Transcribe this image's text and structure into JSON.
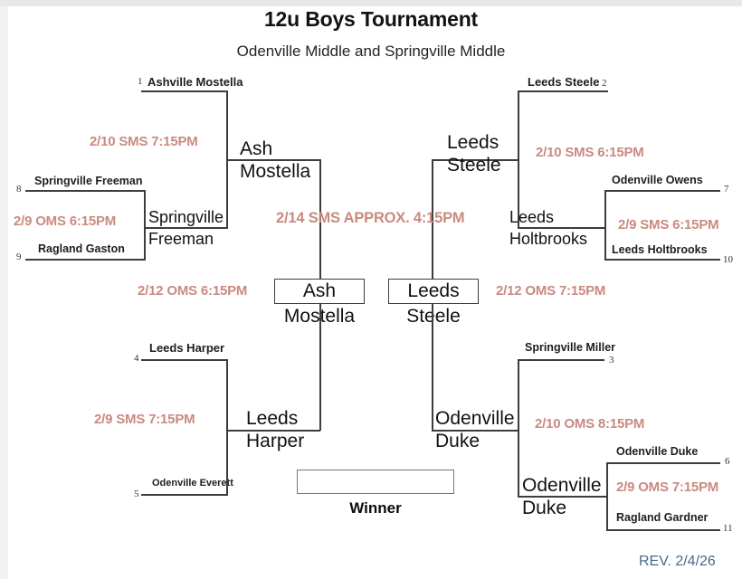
{
  "header": {
    "title": "12u Boys Tournament",
    "subtitle": "Odenville Middle and Springville Middle"
  },
  "colors": {
    "line": "#3d3d3d",
    "gametime": "#c98a80",
    "revision": "#4a6a8a",
    "background": "#ffffff"
  },
  "footer": {
    "revision": "REV. 2/4/26"
  },
  "winner": {
    "label": "Winner",
    "value": ""
  },
  "bracket": {
    "seeds": {
      "s1": {
        "seed": "1",
        "team": "Ashville Mostella"
      },
      "s2": {
        "seed": "2",
        "team": "Leeds Steele"
      },
      "s3": {
        "seed": "3",
        "team": "Springville Miller"
      },
      "s4": {
        "seed": "4",
        "team": "Leeds Harper"
      },
      "s5": {
        "seed": "5",
        "team": "Odenville Everett"
      },
      "s6": {
        "seed": "6",
        "team": "Odenville Duke"
      },
      "s7": {
        "seed": "7",
        "team": "Odenville Owens"
      },
      "s8": {
        "seed": "8",
        "team": "Springville Freeman"
      },
      "s9": {
        "seed": "9",
        "team": "Ragland Gaston"
      },
      "s10": {
        "seed": "10",
        "team": "Leeds Holtbrooks"
      },
      "s11": {
        "seed": "11",
        "team": "Ragland Gardner"
      }
    },
    "games": {
      "playin_8v9": {
        "time": "2/9 OMS 6:15PM",
        "winner_line1": "Springville",
        "winner_line2": "Freeman"
      },
      "playin_7v10": {
        "time": "2/9 SMS 6:15PM",
        "winner_line1": "Leeds",
        "winner_line2": "Holtbrooks"
      },
      "playin_4v5": {
        "time": "2/9 SMS 7:15PM",
        "winner_line1": "Leeds",
        "winner_line2": "Harper"
      },
      "playin_6v11": {
        "time": "2/9 OMS 7:15PM",
        "winner_line1": "Odenville",
        "winner_line2": "Duke"
      },
      "quarter_top_left": {
        "time": "2/10 SMS 7:15PM",
        "winner_line1": "Ash",
        "winner_line2": "Mostella"
      },
      "quarter_top_right": {
        "time": "2/10 SMS 6:15PM",
        "winner_line1": "Leeds",
        "winner_line2": "Steele"
      },
      "quarter_bot_right": {
        "time": "2/10 OMS 8:15PM",
        "winner_line1": "Odenville",
        "winner_line2": "Duke"
      },
      "semi_left": {
        "time": "2/12 OMS 6:15PM",
        "winner_line1": "Ash",
        "winner_line2": "Mostella"
      },
      "semi_right": {
        "time": "2/12 OMS 7:15PM",
        "winner_line1": "Leeds",
        "winner_line2": "Steele"
      },
      "championship": {
        "time": "2/14 SMS APPROX. 4:15PM"
      }
    }
  }
}
